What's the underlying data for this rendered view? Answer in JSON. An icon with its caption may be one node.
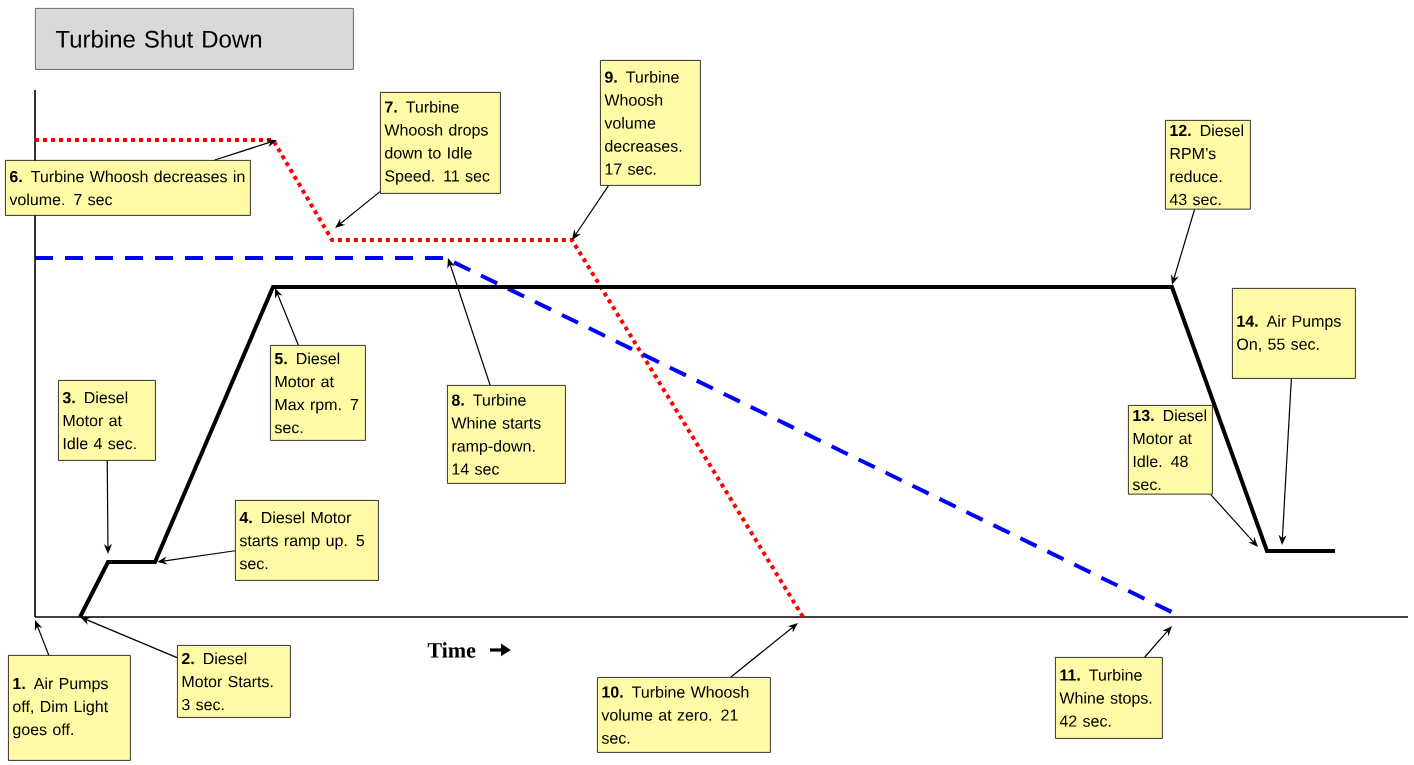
{
  "diagram": {
    "title": "Turbine Shut Down",
    "nodes": [
      {
        "text": [
          "**1.** Air Pumps off, Dim Light goes off."
        ]
      },
      {
        "text": [
          "**2.** Diesel Motor Starts. 3 sec."
        ]
      },
      {
        "text": [
          "**3.** Diesel Motor at Idle 4 sec."
        ]
      },
      {
        "text": [
          "**4.** Diesel Motor starts ramp up. 5 sec."
        ]
      },
      {
        "text": [
          "**5.** Diesel Motor at Max rpm. 7 sec."
        ]
      },
      {
        "text": [
          "**6.** Turbine Whoosh decreases in volume. 7 sec"
        ]
      },
      {
        "text": [
          "**7.** Turbine Whoosh drops down to Idle Speed. 11 sec"
        ]
      },
      {
        "text": [
          "**8.** Turbine Whine starts ramp-down. 14 sec"
        ]
      },
      {
        "text": [
          "**9.** Turbine Whoosh volume decreases. 17 sec."
        ]
      },
      {
        "text": [
          "**10.** Turbine Whoosh volume at zero. 21 sec."
        ]
      },
      {
        "text": [
          "**11.** Turbine Whine stops. 42 sec."
        ]
      },
      {
        "text": [
          "**12.** Diesel RPM’s reduce. 43 sec."
        ]
      },
      {
        "text": [
          "**13.** Diesel Motor at Idle. 48 sec."
        ]
      },
      {
        "text": [
          "**14.** Air Pumps On, 55 sec."
        ]
      }
    ],
    "edges": [
      {
        "from": 0,
        "to": null,
        "arrow": "to"
      },
      {
        "from": 1,
        "to": null,
        "arrow": "to"
      },
      {
        "from": 2,
        "to": null,
        "arrow": "to"
      },
      {
        "from": 3,
        "to": null,
        "arrow": "to"
      },
      {
        "from": 4,
        "to": null,
        "arrow": "to"
      },
      {
        "from": 5,
        "to": null,
        "arrow": "to"
      },
      {
        "from": 6,
        "to": null,
        "arrow": "to"
      },
      {
        "from": 7,
        "to": null,
        "arrow": "to"
      },
      {
        "from": 8,
        "to": null,
        "arrow": "to"
      },
      {
        "from": 9,
        "to": null,
        "arrow": "to"
      },
      {
        "from": 10,
        "to": null,
        "arrow": "to"
      },
      {
        "from": 11,
        "to": null,
        "arrow": "to"
      },
      {
        "from": 12,
        "to": null,
        "arrow": "to"
      },
      {
        "from": 13,
        "to": null,
        "arrow": "to"
      }
    ],
    "labels": [
      "Time"
    ]
  }
}
